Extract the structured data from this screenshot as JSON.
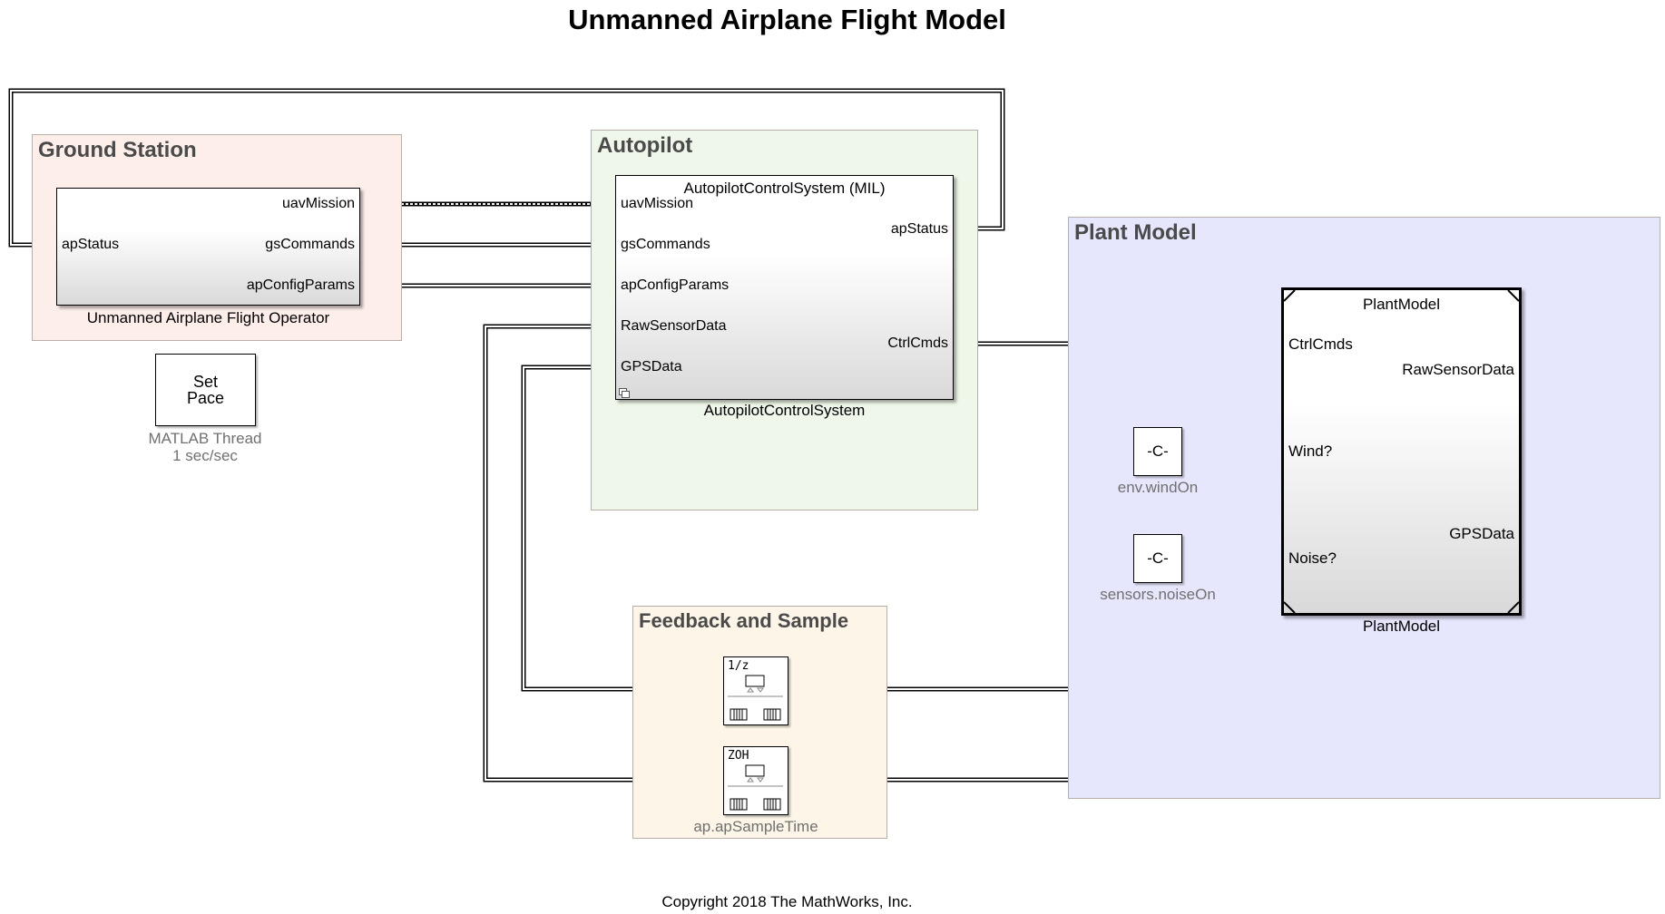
{
  "title": "Unmanned Airplane Flight Model",
  "copyright": "Copyright 2018 The MathWorks, Inc.",
  "areas": {
    "ground_station": "Ground Station",
    "autopilot": "Autopilot",
    "plant_model": "Plant Model",
    "feedback": "Feedback and Sample"
  },
  "operator_block": {
    "name": "Unmanned Airplane Flight Operator",
    "inports": [
      "apStatus"
    ],
    "outports": [
      "uavMission",
      "gsCommands",
      "apConfigParams"
    ]
  },
  "set_pace": {
    "line1": "Set",
    "line2": "Pace",
    "caption1": "MATLAB Thread",
    "caption2": "1 sec/sec"
  },
  "autopilot_block": {
    "header": "AutopilotControlSystem (MIL)",
    "name": "AutopilotControlSystem",
    "inports": [
      "uavMission",
      "gsCommands",
      "apConfigParams",
      "RawSensorData",
      "GPSData"
    ],
    "outports": [
      "apStatus",
      "CtrlCmds"
    ]
  },
  "plant_block": {
    "header": "PlantModel",
    "name": "PlantModel",
    "inports": [
      "CtrlCmds",
      "Wind?",
      "Noise?"
    ],
    "outports": [
      "RawSensorData",
      "GPSData"
    ]
  },
  "constants": [
    {
      "text": "-C-",
      "caption": "env.windOn"
    },
    {
      "text": "-C-",
      "caption": "sensors.noiseOn"
    }
  ],
  "rate_transitions": [
    {
      "text": "1/z",
      "caption": ""
    },
    {
      "text": "ZOH",
      "caption": "ap.apSampleTime"
    }
  ],
  "colors": {
    "ground_station_bg": "#fdeeea",
    "autopilot_bg": "#eef7e9",
    "plant_model_bg": "#e6e6fc",
    "feedback_bg": "#fdf6e8"
  }
}
